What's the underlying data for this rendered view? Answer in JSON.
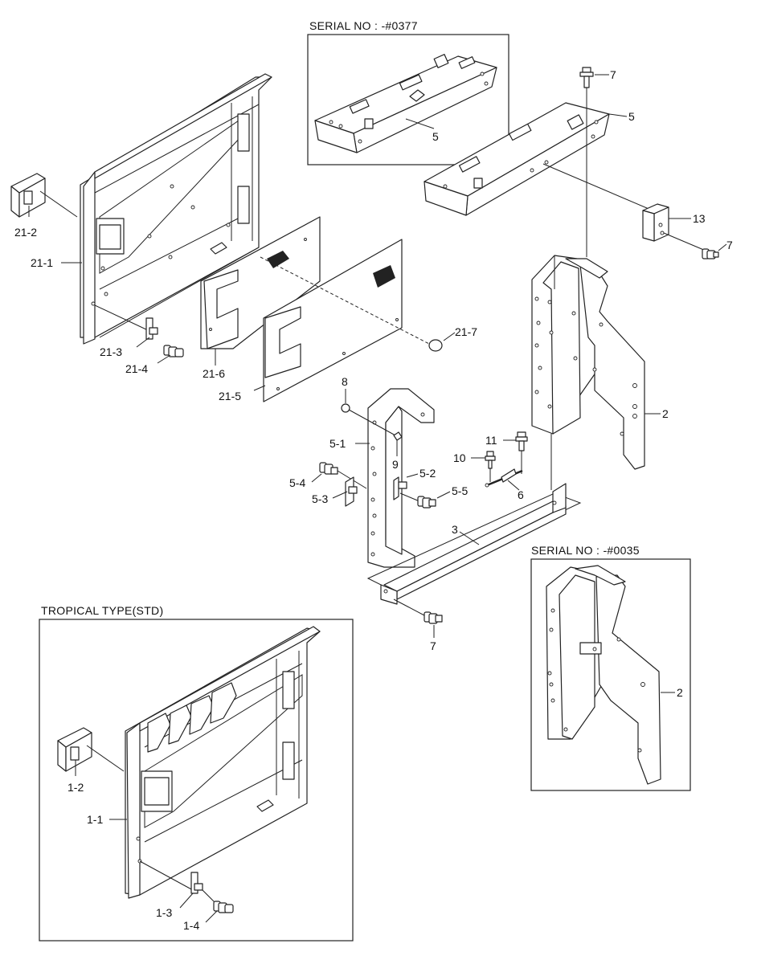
{
  "insets": {
    "serial_0377": {
      "heading": "SERIAL NO : -#0377"
    },
    "serial_0035": {
      "heading": "SERIAL NO : -#0035"
    },
    "tropical": {
      "heading": "TROPICAL TYPE(STD)"
    }
  },
  "callouts": {
    "c5_inset": "5",
    "c7_top": "7",
    "c5_main": "5",
    "c13": "13",
    "c7_right": "7",
    "c21_2": "21-2",
    "c21_1": "21-1",
    "c21_3": "21-3",
    "c21_4": "21-4",
    "c21_6": "21-6",
    "c21_5": "21-5",
    "c21_7": "21-7",
    "c2_main": "2",
    "c8": "8",
    "c5_1": "5-1",
    "c9": "9",
    "c5_2": "5-2",
    "c5_4": "5-4",
    "c5_3": "5-3",
    "c5_5": "5-5",
    "c11": "11",
    "c10": "10",
    "c6": "6",
    "c3": "3",
    "c7_bottom": "7",
    "c2_inset": "2",
    "c1_2": "1-2",
    "c1_1": "1-1",
    "c1_3": "1-3",
    "c1_4": "1-4"
  }
}
